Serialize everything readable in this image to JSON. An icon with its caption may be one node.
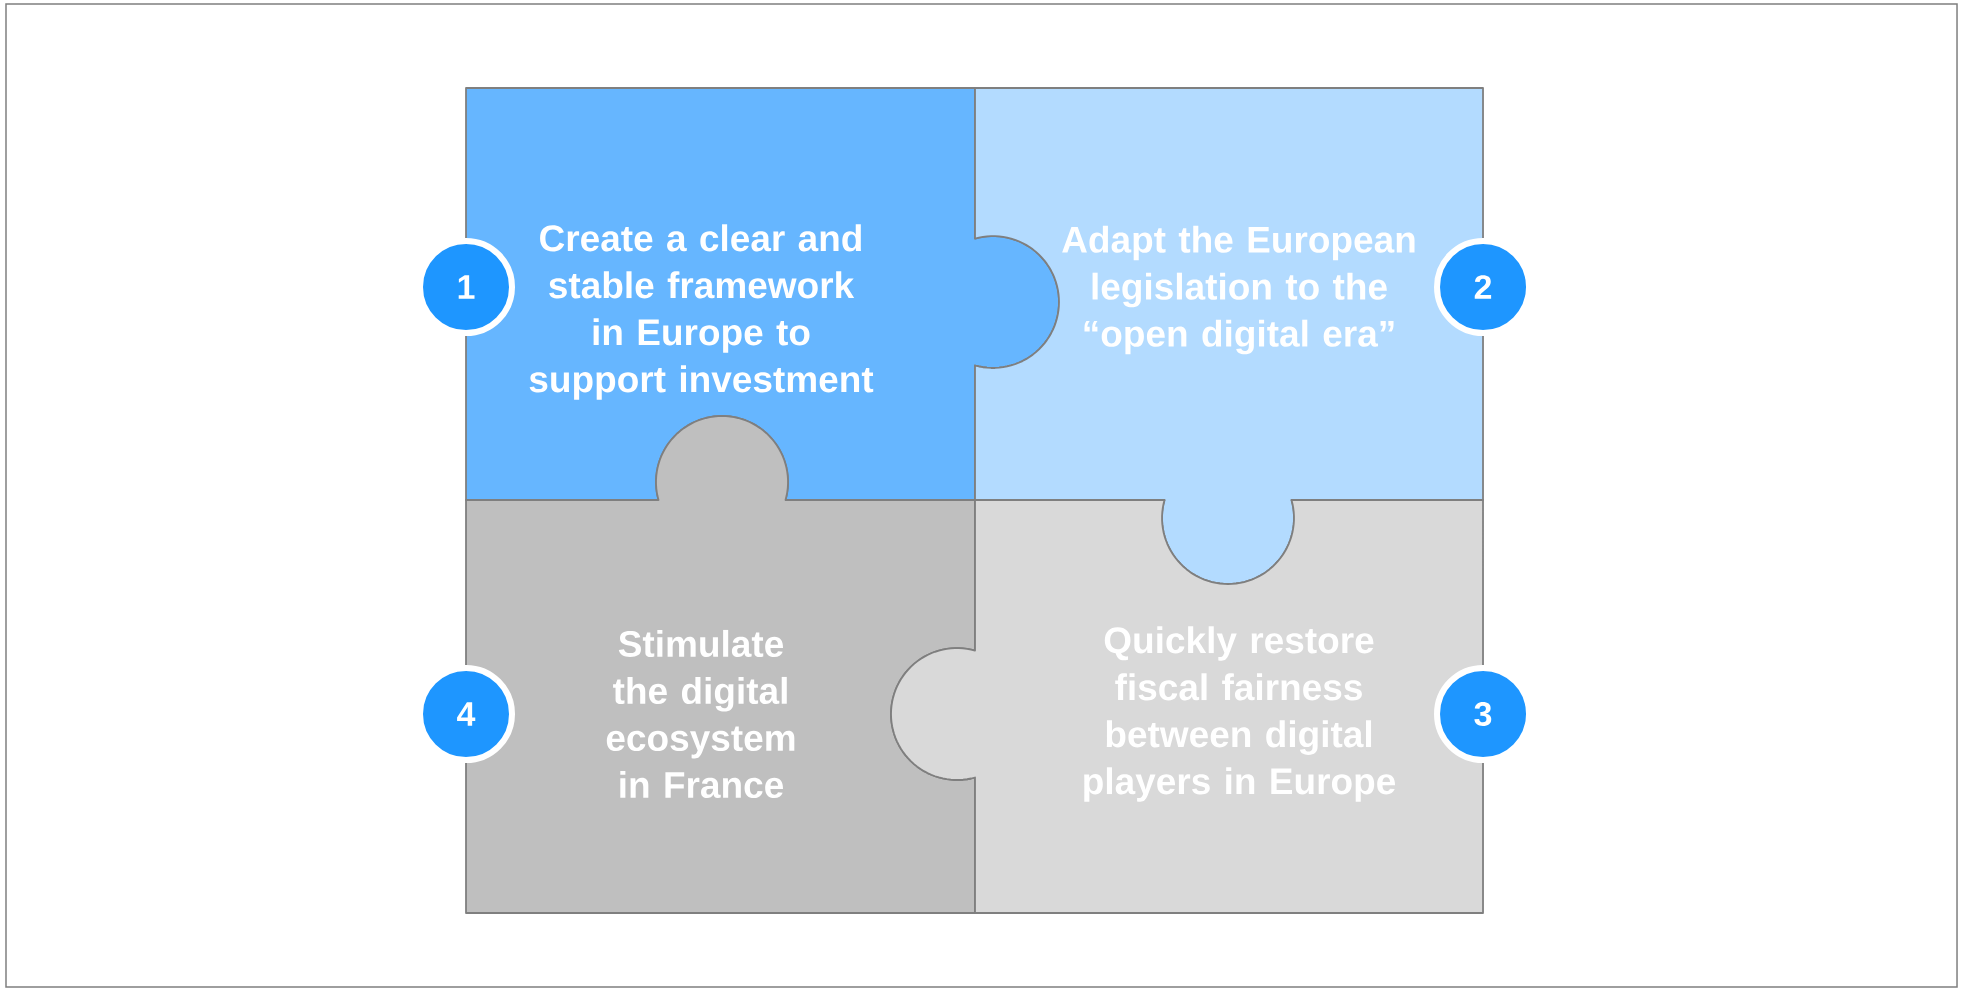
{
  "diagram": {
    "nodes": [
      {
        "text": [
          "Create a clear and stable framework in Europe to support investment"
        ]
      },
      {
        "text": [
          "Adapt the European legislation to the “open digital era”"
        ]
      },
      {
        "text": [
          "Stimulate the digital ecosystem in France"
        ]
      },
      {
        "text": [
          "Quickly restore fiscal fairness between digital players in Europe"
        ]
      },
      {
        "text": [
          "1"
        ]
      },
      {
        "text": [
          "2"
        ]
      },
      {
        "text": [
          "4"
        ]
      },
      {
        "text": [
          "3"
        ]
      }
    ]
  }
}
